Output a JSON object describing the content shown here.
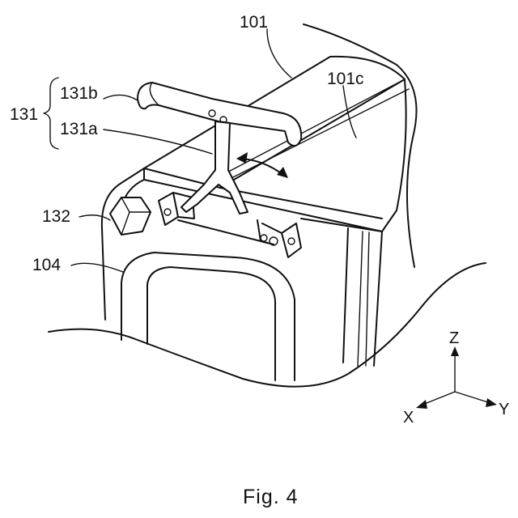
{
  "labels": {
    "part_101": "101",
    "part_101c": "101c",
    "part_131": "131",
    "part_131b": "131b",
    "part_131a": "131a",
    "part_132": "132",
    "part_104": "104"
  },
  "axes": {
    "z": "Z",
    "x": "X",
    "y": "Y"
  },
  "caption": "Fig. 4"
}
